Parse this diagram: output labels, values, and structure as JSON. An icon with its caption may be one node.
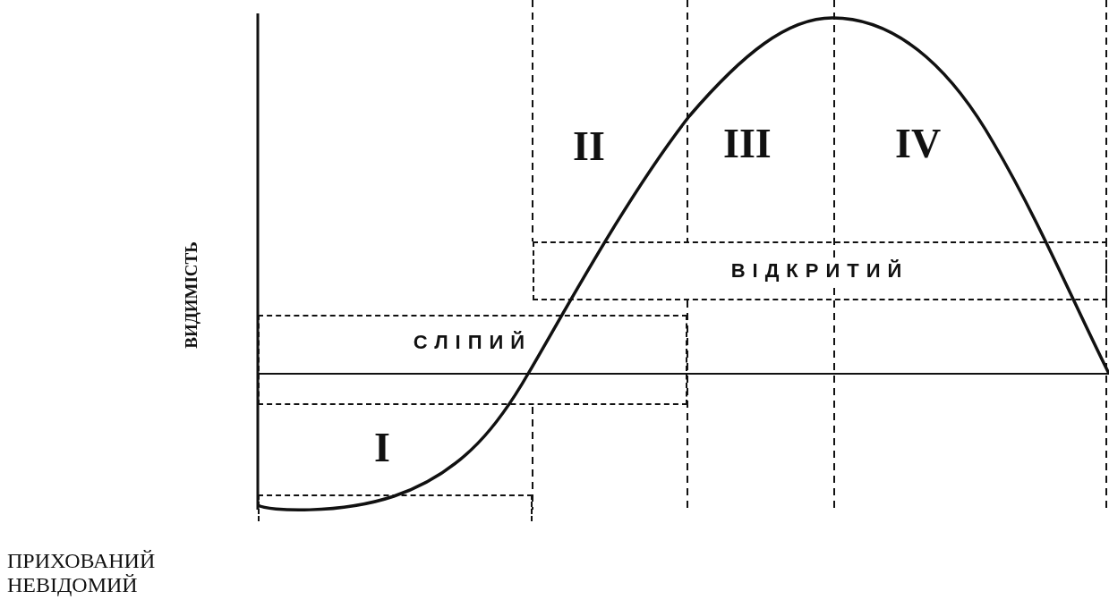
{
  "diagram": {
    "nodes": [
      {
        "text": [
          "СЛІПИЙ"
        ]
      },
      {
        "text": [
          "ВІДКРИТИЙ"
        ]
      },
      {
        "text": [],
        "shape": "box"
      }
    ],
    "labels": [
      "ВИДИМІСТЬ",
      "I",
      "II",
      "III",
      "IV",
      "ПРИХОВАНИЙ",
      "НЕВІДОМИЙ"
    ]
  }
}
